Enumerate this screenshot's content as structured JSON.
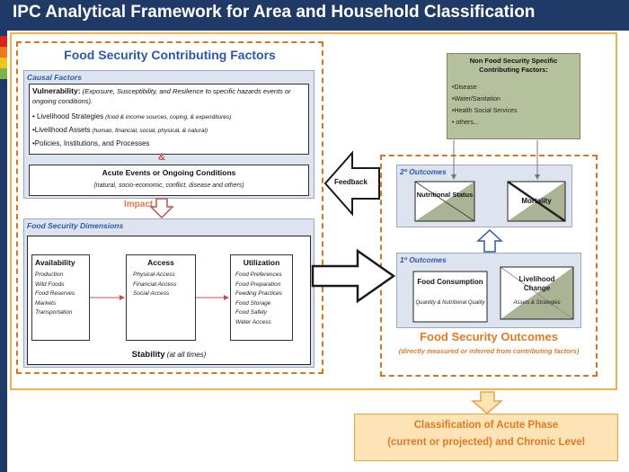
{
  "title": "IPC Analytical Framework for Area and Household Classification",
  "contributing": {
    "heading": "Food Security Contributing Factors",
    "causal_header": "Causal Factors",
    "vulnerability_label": "Vulnerability:",
    "vulnerability_desc": " (Exposure, Susceptibility, and Resilience  to specific hazards events or ongoing conditions).",
    "bullet1_main": "• Livelihood Strategies",
    "bullet1_sub": " (food & income sources, coping, & expenditures)",
    "bullet2_main": "•Livelihood Assets",
    "bullet2_sub": "  (human, financial, social, physical, & natural)",
    "bullet3": "•Policies, Institutions, and Processes",
    "ampersand": "&",
    "acute_title": "Acute Events or Ongoing Conditions",
    "acute_desc": "(natural, socio-economic, conflict, disease and others)",
    "impact": "Impact",
    "dimensions_header": "Food Security Dimensions",
    "availability": {
      "title": "Availability",
      "items": [
        "Production",
        "Wild Foods",
        "Food Reserves",
        "Markets",
        "Transportation"
      ]
    },
    "access": {
      "title": "Access",
      "items": [
        "Physical Access",
        "Financial Access",
        "Social Access"
      ]
    },
    "utilization": {
      "title": "Utilization",
      "items": [
        "Food Preferences",
        "Food Preparation",
        "Feeding Practices",
        "Food Storage",
        "Food Safety",
        "Water Access"
      ]
    },
    "stability": "Stability",
    "stability_sub": " (at all times)"
  },
  "feedback": "Feedback",
  "nonfood": {
    "title": "Non Food Security Specific Contributing Factors:",
    "items": [
      "•Disease",
      "•Water/Sanitation",
      "•Health Social Services",
      "• others..."
    ]
  },
  "outcomes": {
    "second_header": "2º Outcomes",
    "nutritional_status": "Nutritional Status",
    "mortality": "Mortality",
    "first_header": "1º Outcomes",
    "food_consumption": "Food Consumption",
    "food_consumption_sub": "Quantity & Nutritional Quality",
    "livelihood_change": "Livelihood Change",
    "livelihood_change_sub": "Assets & Strategies",
    "title": "Food Security Outcomes",
    "subtitle": "(directly measured or inferred from contributing factors)"
  },
  "classification": {
    "line1": "Classification of Acute Phase",
    "line2": "(current or projected) and Chronic Level"
  },
  "colors": {
    "navy": "#1f3a66",
    "frame_yellow": "#f3b245",
    "dash_orange": "#d6761f",
    "panel_blue": "#dde4ef",
    "heading_blue": "#2a5aa8",
    "impact_red": "#c0504d",
    "nonfood_green": "#b5c19c",
    "classification_fill": "#fde3b5"
  }
}
